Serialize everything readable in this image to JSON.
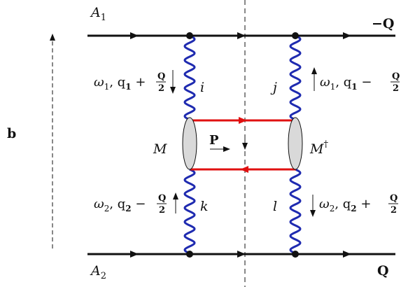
{
  "labels": {
    "A1": "A",
    "A1_sub": "1",
    "A2": "A",
    "A2_sub": "2",
    "out_top": "−Q",
    "out_bottom": "Q",
    "b": "b",
    "M": "M",
    "M_dagger": "M",
    "dagger": "†",
    "P": "P",
    "i": "i",
    "j": "j",
    "k": "k",
    "l": "l",
    "omega1_left": "ω",
    "omega1_left_sub": "1",
    "q1_left": ", q",
    "q1_left_sub": "1",
    "q1_left_sign": " +",
    "omega1_right": "ω",
    "omega1_right_sub": "1",
    "q1_right": ", q",
    "q1_right_sub": "1",
    "q1_right_sign": " −",
    "omega2_left": "ω",
    "omega2_left_sub": "2",
    "q2_left": ", q",
    "q2_left_sub": "2",
    "q2_left_sign": " −",
    "omega2_right": "ω",
    "omega2_right_sub": "2",
    "q2_right": ", q",
    "q2_right_sub": "2",
    "q2_right_sign": " +",
    "frac_num": "Q",
    "frac_den": "2"
  },
  "colors": {
    "line": "#111111",
    "gluon": "#1f2bb0",
    "meson_line": "#e01010",
    "blob_fill": "#d9d9d9"
  }
}
